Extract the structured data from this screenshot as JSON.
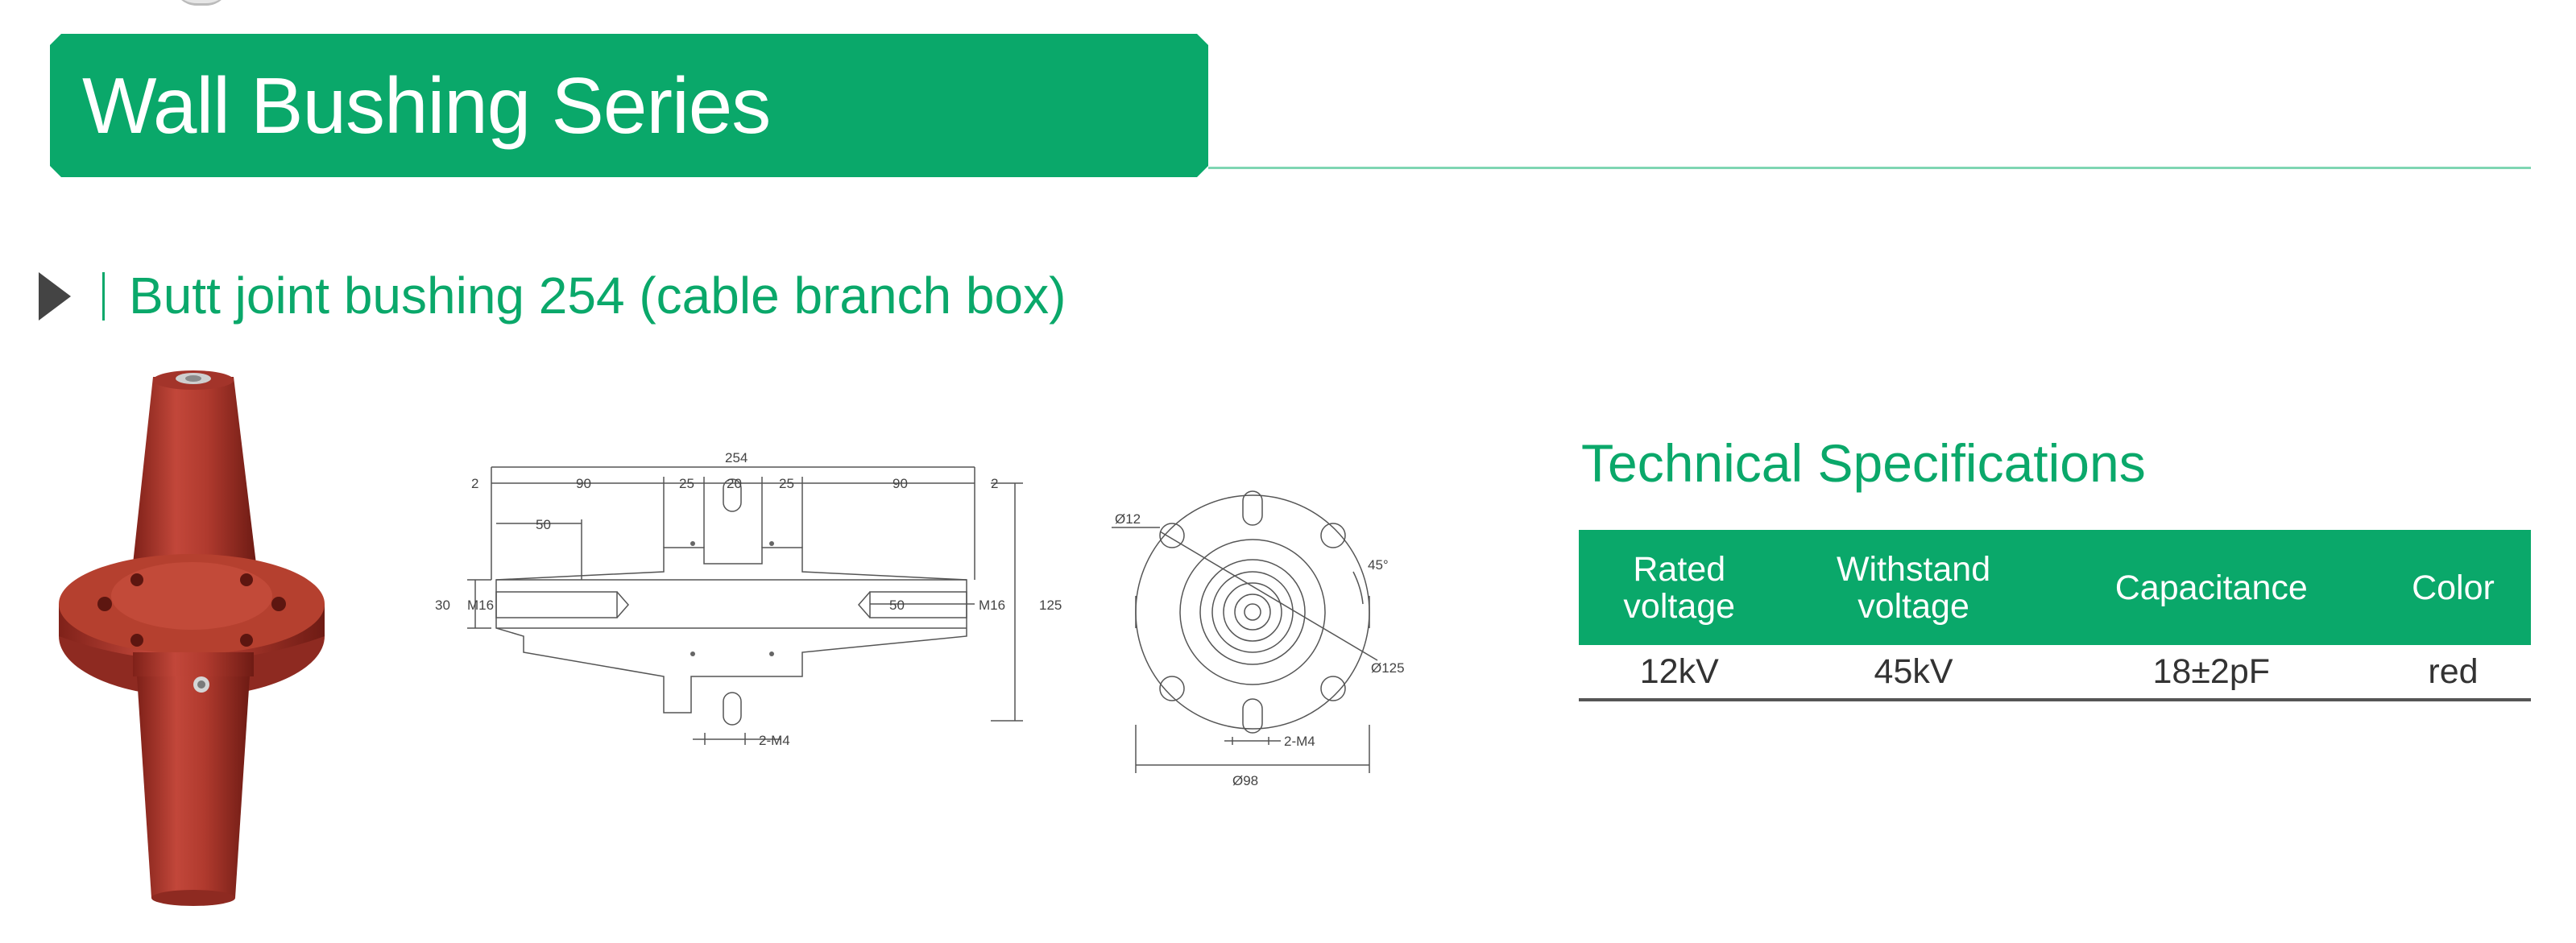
{
  "banner": {
    "title": "Wall Bushing Series"
  },
  "section": {
    "title": "Butt joint bushing 254 (cable branch box)"
  },
  "drawings": {
    "side": {
      "overall": "254",
      "d2a": "2",
      "d90a": "90",
      "d25a": "25",
      "d20": "20",
      "d25b": "25",
      "d90b": "90",
      "d2b": "2",
      "d50a": "50",
      "d30": "30",
      "m16a": "M16",
      "d50b": "50",
      "m16b": "M16",
      "d125": "125",
      "m4": "2-M4"
    },
    "front": {
      "d12": "Ø12",
      "angle": "45°",
      "d125": "Ø125",
      "m4": "2-M4",
      "d98": "Ø98"
    }
  },
  "specs": {
    "heading": "Technical Specifications",
    "headers": [
      {
        "line1": "Rated",
        "line2": "voltage"
      },
      {
        "line1": "Withstand",
        "line2": "voltage"
      },
      {
        "line1": "Capacitance",
        "line2": ""
      },
      {
        "line1": "Color",
        "line2": ""
      }
    ],
    "row": [
      "12kV",
      "45kV",
      "18±2pF",
      "red"
    ]
  },
  "colors": {
    "brand": "#0aa86a",
    "product": "#b03a2e"
  }
}
